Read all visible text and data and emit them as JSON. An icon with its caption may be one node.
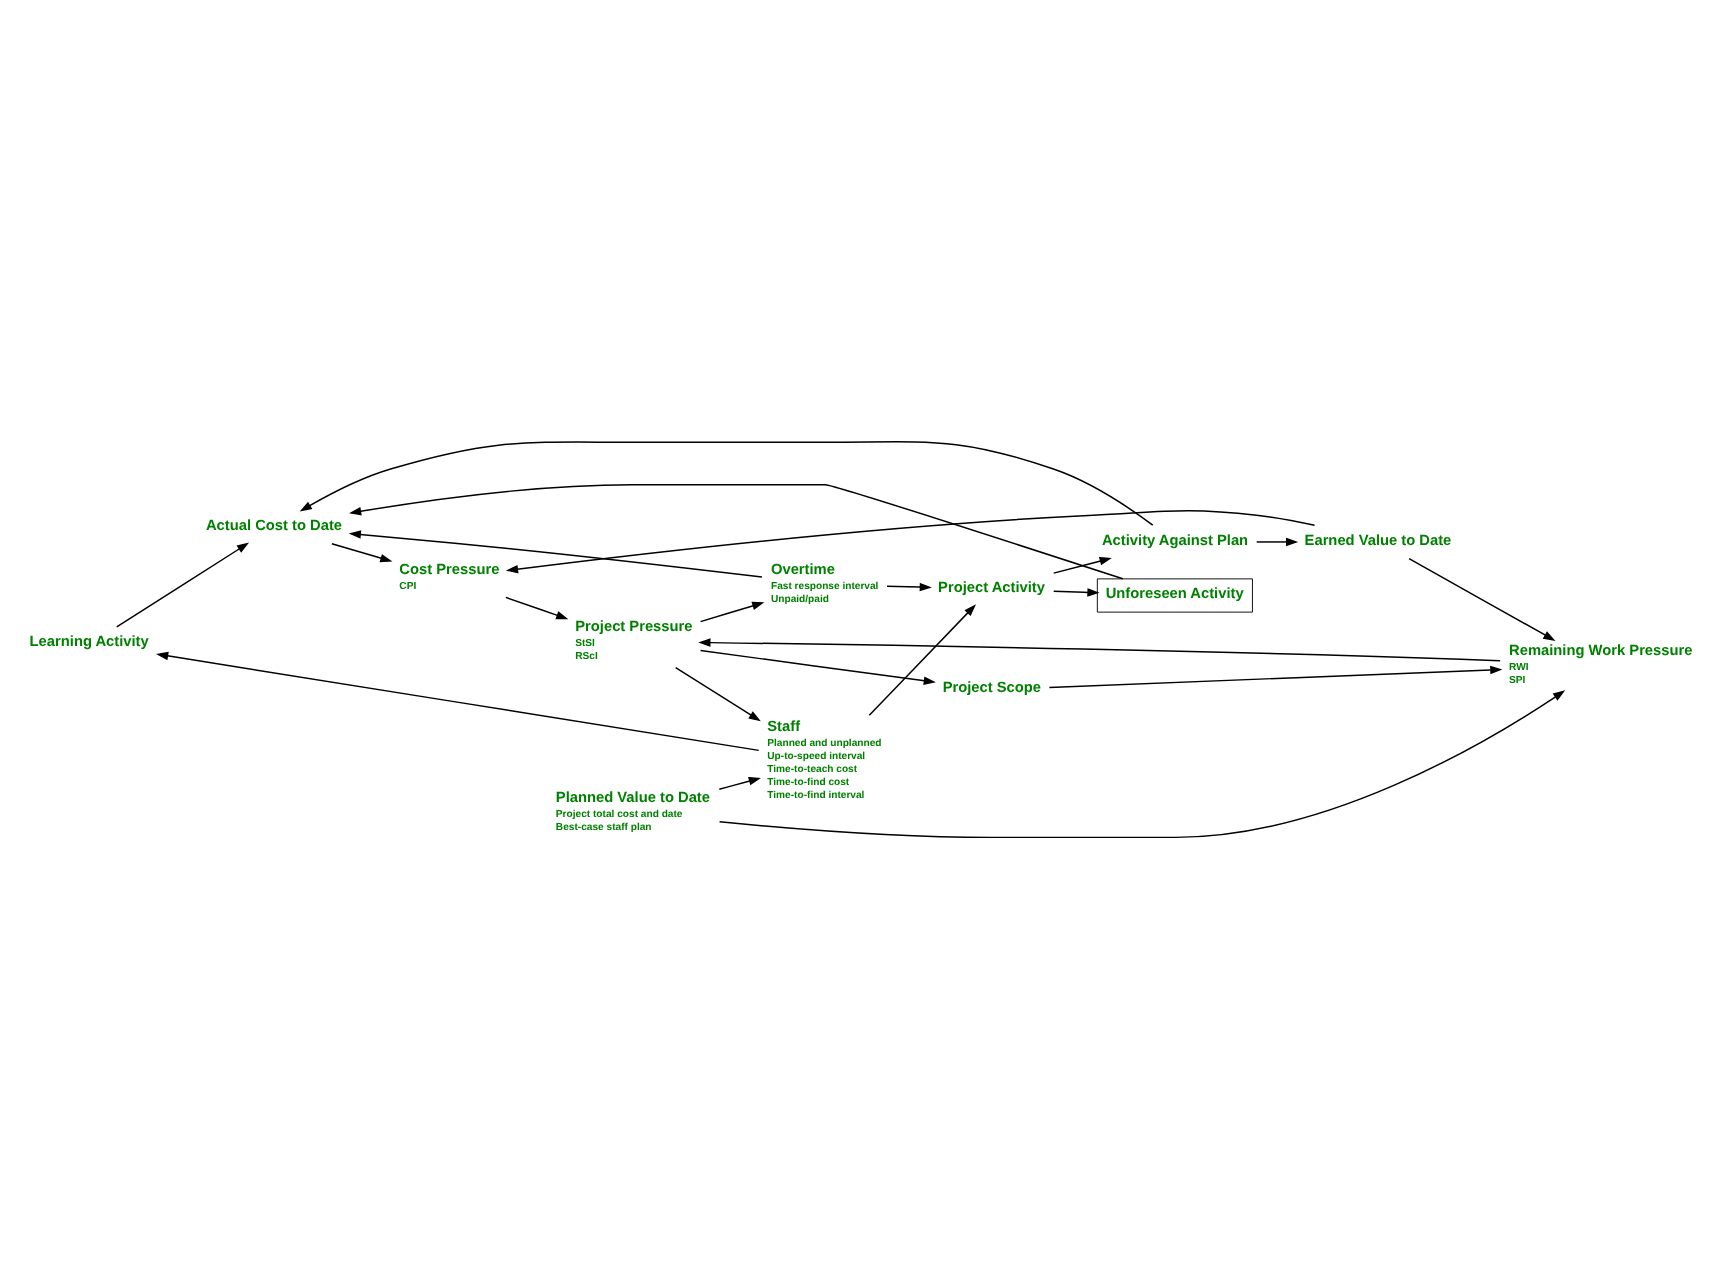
{
  "diagram": {
    "nodes": [
      {
        "text": [
          "Learning Activity"
        ]
      },
      {
        "text": [
          "Staff",
          "Planned and unplanned",
          "Up-to-speed interval",
          "Time-to-teach cost",
          "Time-to-find cost",
          "Time-to-find interval"
        ]
      },
      {
        "text": [
          "Project Activity"
        ]
      },
      {
        "text": [
          "Unforeseen Activity"
        ]
      },
      {
        "text": [
          "Activity Against Plan"
        ]
      },
      {
        "text": [
          "Actual Cost to Date"
        ]
      },
      {
        "text": [
          "Earned Value to Date"
        ]
      },
      {
        "text": [
          "Overtime",
          "Fast response interval",
          "Unpaid/paid"
        ]
      },
      {
        "text": [
          "Cost Pressure",
          "CPI"
        ]
      },
      {
        "text": [
          "Project Pressure",
          "StSI",
          "RScI"
        ]
      },
      {
        "text": [
          "Remaining Work Pressure",
          "RWI",
          "SPI"
        ]
      },
      {
        "text": [
          "Project Scope"
        ]
      },
      {
        "text": [
          "Planned Value to Date",
          "Project total cost and date",
          "Best-case staff plan"
        ]
      }
    ],
    "edges": [
      {
        "from": 1,
        "to": 0,
        "arrow": "to"
      },
      {
        "from": 1,
        "to": 2,
        "arrow": "to"
      },
      {
        "from": 0,
        "to": 5,
        "arrow": "to"
      },
      {
        "from": 2,
        "to": 3,
        "arrow": "to"
      },
      {
        "from": 2,
        "to": 4,
        "arrow": "to"
      },
      {
        "from": 3,
        "to": 5,
        "arrow": "to"
      },
      {
        "from": 4,
        "to": 5,
        "arrow": "to"
      },
      {
        "from": 4,
        "to": 6,
        "arrow": "to"
      },
      {
        "from": 7,
        "to": 2,
        "arrow": "to"
      },
      {
        "from": 7,
        "to": 5,
        "arrow": "to"
      },
      {
        "from": 5,
        "to": 8,
        "arrow": "to"
      },
      {
        "from": 6,
        "to": 8,
        "arrow": "to"
      },
      {
        "from": 6,
        "to": 10,
        "arrow": "to"
      },
      {
        "from": 8,
        "to": 9,
        "arrow": "to"
      },
      {
        "from": 10,
        "to": 9,
        "arrow": "to"
      },
      {
        "from": 9,
        "to": 7,
        "arrow": "to"
      },
      {
        "from": 9,
        "to": 1,
        "arrow": "to"
      },
      {
        "from": 9,
        "to": 11,
        "arrow": "to"
      },
      {
        "from": 11,
        "to": 10,
        "arrow": "to"
      },
      {
        "from": 12,
        "to": 1,
        "arrow": "to"
      },
      {
        "from": 12,
        "to": 10,
        "arrow": "to"
      }
    ]
  }
}
